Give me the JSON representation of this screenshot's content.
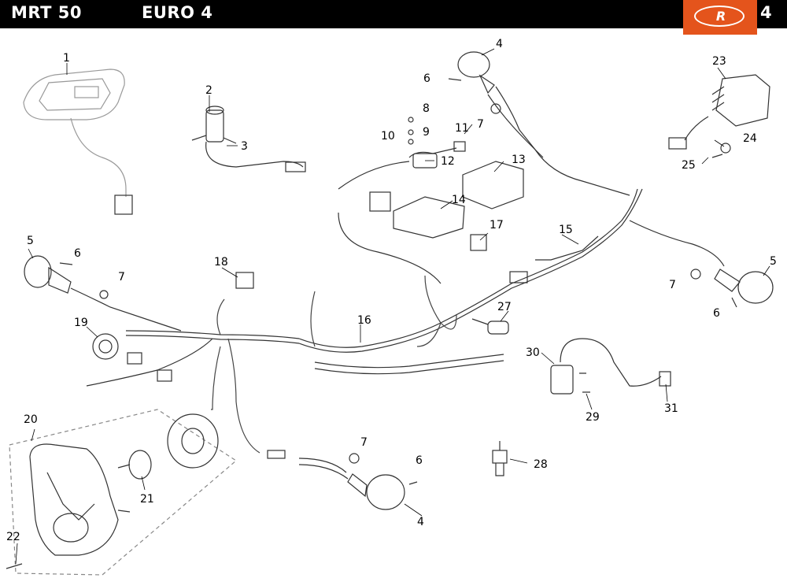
{
  "header": {
    "model": "MRT 50",
    "standard": "EURO 4",
    "page_number": "4",
    "brand_logo_letter": "R",
    "brand_color": "#e4541c"
  },
  "callouts": [
    "1",
    "2",
    "3",
    "4",
    "5",
    "6",
    "7",
    "8",
    "9",
    "10",
    "11",
    "12",
    "13",
    "14",
    "15",
    "16",
    "17",
    "18",
    "19",
    "20",
    "21",
    "22",
    "23",
    "24",
    "25",
    "27",
    "28",
    "29",
    "30",
    "31"
  ]
}
